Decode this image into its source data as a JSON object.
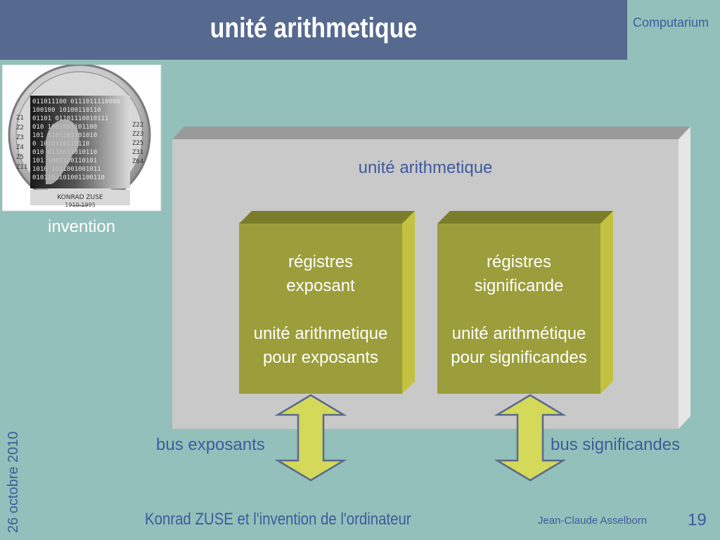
{
  "header": {
    "title": "unité arithmetique",
    "brand": "Computarium"
  },
  "coin": {
    "caption": "invention",
    "inscription": "KONRAD ZUSE",
    "years": "1910-1995"
  },
  "diagram": {
    "outer_label": "unité arithmetique",
    "box_left": {
      "line1": "régistres",
      "line2": "exposant",
      "line3": "unité arithmetique",
      "line4": "pour exposants"
    },
    "box_right": {
      "line1": "régistres",
      "line2": "significande",
      "line3": "unité arithmétique",
      "line4": "pour significandes"
    },
    "bus_left": "bus exposants",
    "bus_right": "bus significandes"
  },
  "footer": {
    "title": "Konrad ZUSE et l'invention de l'ordinateur",
    "author": "Jean-Claude Asselborn",
    "page": "19",
    "date": "26 octobre 2010"
  },
  "colors": {
    "background": "#93c0ba",
    "title_bar": "#56698f",
    "text_blue": "#3f5a9e",
    "box_front": "#9b9e3a",
    "box_side": "#c3c240",
    "box_top": "#7b7d2a",
    "arrow_fill": "#d4d95a",
    "arrow_stroke": "#5a6a8c"
  }
}
